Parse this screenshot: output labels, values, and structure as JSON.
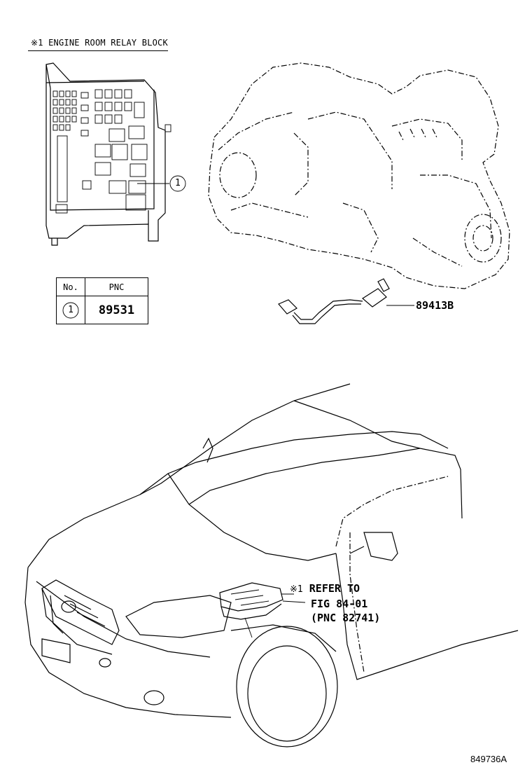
{
  "relay_block_note": {
    "symbol": "※1",
    "label": "ENGINE ROOM RELAY BLOCK"
  },
  "callouts": {
    "relay_index": "1",
    "sensor_pnc": "89413B"
  },
  "pnc_table": {
    "col_no": "No.",
    "col_pnc": "PNC",
    "row_index": "1",
    "row_pnc": "89531"
  },
  "refer_note": {
    "symbol": "※1",
    "line1": "REFER TO",
    "line2": "FIG 84-01",
    "line3": "(PNC 82741)"
  },
  "figure_id": "849736A"
}
